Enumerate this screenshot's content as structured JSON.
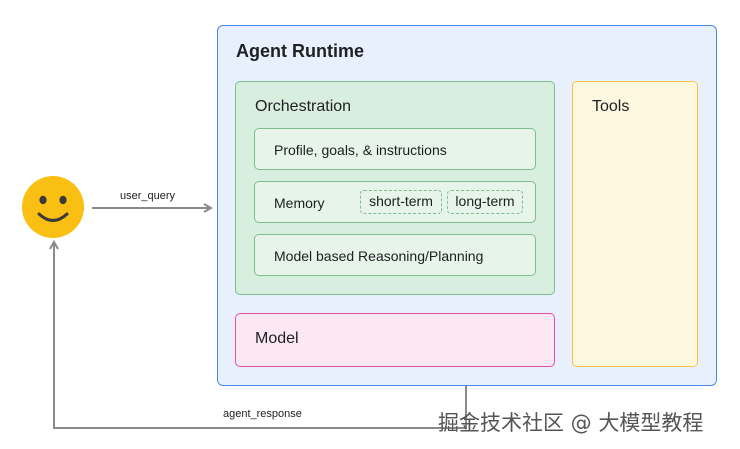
{
  "runtime": {
    "title": "Agent Runtime",
    "orchestration": {
      "title": "Orchestration",
      "profile_label": "Profile, goals, & instructions",
      "memory_label": "Memory",
      "memory_tags": [
        "short-term",
        "long-term"
      ],
      "reasoning_label": "Model based Reasoning/Planning"
    },
    "tools_label": "Tools",
    "model_label": "Model"
  },
  "edges": {
    "request_label": "user_query",
    "response_label": "agent_response"
  },
  "user": {
    "icon": "smiley-face-icon"
  },
  "watermark": "掘金技术社区 @ 大模型教程",
  "colors": {
    "runtime_border": "#4a86e8",
    "orchestration_border": "#7fc08a",
    "tools_border": "#f5c542",
    "model_border": "#e052a8",
    "face": "#f9c013"
  }
}
